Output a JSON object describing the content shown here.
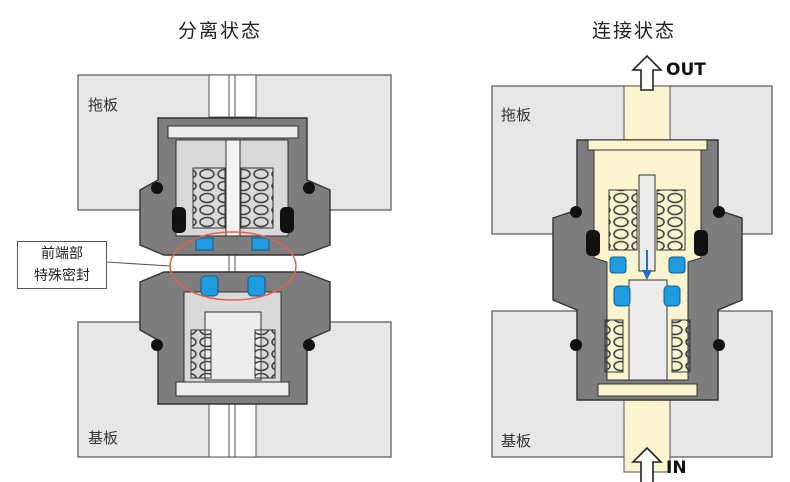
{
  "left_panel": {
    "title": "分离状态",
    "top_plate_label": "拖板",
    "bottom_plate_label": "基板",
    "callout": {
      "line1": "前端部",
      "line2": "特殊密封"
    }
  },
  "right_panel": {
    "title": "连接状态",
    "top_plate_label": "拖板",
    "bottom_plate_label": "基板",
    "flow_out_label": "OUT",
    "flow_in_label": "IN"
  },
  "colors": {
    "plate_gray": "#e7e7e7",
    "body_gray": "#7d7d7d",
    "insert_light": "#ececec",
    "flow_yellow": "#fbf4cf",
    "seal_blue": "#1f9be0",
    "callout_ring": "#e8604a"
  }
}
